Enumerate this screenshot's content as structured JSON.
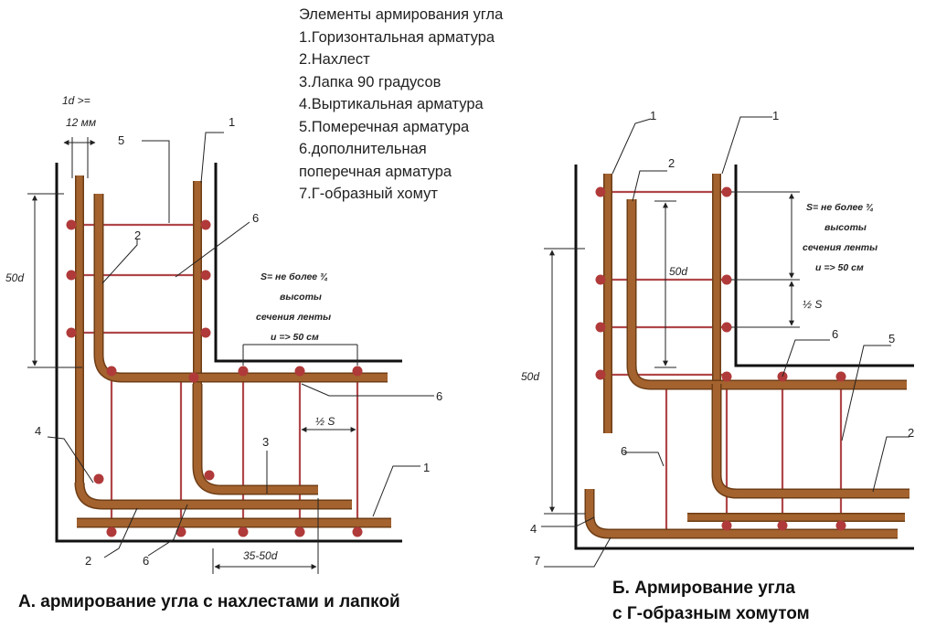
{
  "legend": {
    "title": "Элементы армирования угла",
    "items": [
      "1.Горизонтальная арматура",
      "2.Нахлест",
      "3.Лапка 90 градусов",
      "4.Выртикальная арматура",
      "5.Померечная арматура",
      "6.дополнительная",
      "поперечная арматура",
      "7.Г-образный хомут"
    ]
  },
  "diagram_a": {
    "caption": "А. армирование угла с нахлестами и лапкой",
    "dim_bar": [
      "1d >=",
      "12 мм"
    ],
    "dim_height": "50d",
    "dim_lap": "35-50d",
    "dim_half": "½ S",
    "note": [
      "S= не более ¾",
      "высоты",
      "сечения ленты",
      "и => 50 см"
    ],
    "labels": {
      "l1a": "1",
      "l1b": "1",
      "l2a": "2",
      "l2b": "2",
      "l3": "3",
      "l4": "4",
      "l5": "5",
      "l6a": "6",
      "l6b": "6",
      "l6c": "6"
    }
  },
  "diagram_b": {
    "caption_line1": "Б. Армирование угла",
    "caption_line2": "с Г-образным хомутом",
    "dim_height_outer": "50d",
    "dim_height_inner": "50d",
    "dim_half": "½ S",
    "note": [
      "S= не более ¾",
      "высоты",
      "сечения ленты",
      "и => 50 см"
    ],
    "labels": {
      "l1a": "1",
      "l1b": "1",
      "l2a": "2",
      "l2b": "2",
      "l4": "4",
      "l5": "5",
      "l6a": "6",
      "l6b": "6",
      "l7": "7"
    }
  },
  "colors": {
    "rebar": "#9b5a28",
    "rebar_dark": "#6e3d15",
    "tie": "#b0474a",
    "dot": "#b03a3a",
    "formwork": "#111111"
  }
}
